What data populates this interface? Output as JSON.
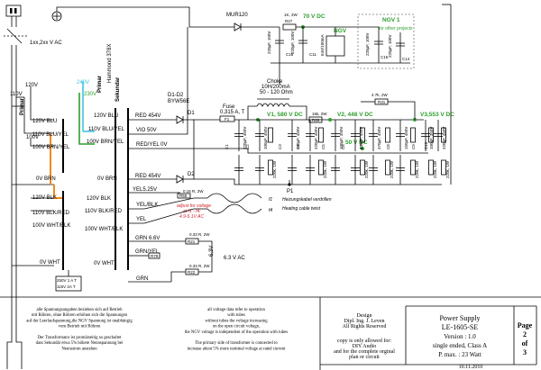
{
  "mains": {
    "label": "1xx,2xx V AC"
  },
  "primary": {
    "title": "Primar",
    "taps": [
      "120V",
      "110V",
      "100V"
    ],
    "windings": [
      "120V BLU",
      "110V BLU/YEL",
      "100V BRN/YEL",
      "0V BRN",
      "120V BLK",
      "110V BLK/RED",
      "100V WHT/BLK",
      "0V WHT"
    ]
  },
  "alt_taps": {
    "v240": "240V",
    "v230": "230V"
  },
  "transformer": {
    "name": "Hammond 378X",
    "sec_title": "Sekundar",
    "inner_windings": [
      "120V BLU",
      "110V BLU/YEL",
      "100V BRN/YEL",
      "0V BRN",
      "120V BLK",
      "110V BLK/RED",
      "100V WHT/BLK",
      "0V WHT"
    ],
    "secondaries": [
      "RED 454V",
      "VIO 50V",
      "RED/YEL 0V",
      "RED 454V",
      "YEL5.25V",
      "YEL/BLK",
      "YEL",
      "GRN 6.6V",
      "GRN/YEL",
      "GRN"
    ]
  },
  "diodes": {
    "d12": "D1-D2",
    "d12_type": "BYW56E",
    "d1": "D1",
    "d2": "D2",
    "mur": "MUR120"
  },
  "heater": {
    "r": "0.15 R, 2W",
    "r_label": "R55",
    "note1": "adjust for voltage",
    "note2": "at f1 - f4:",
    "note3": "4.9-5.1V AC",
    "f1": "f1",
    "f4": "f4",
    "twist1": "Heizungskabel verdrillen",
    "twist2": "Heating cable twist",
    "r21": "0.33 R, 2W",
    "r21_label": "R21",
    "r22": "0.33 R, 2W",
    "r22_label": "R22",
    "rtr": "R79",
    "out": "6.3 V AC",
    "out_label": "6,3V"
  },
  "top_supply": {
    "v70": "70 V DC",
    "r": "1K, 2W",
    "r_label": "R27",
    "c1": "220µF, 100V",
    "c1_label": "C18",
    "c2": "220µF, 100V",
    "c2_label": "C11",
    "c3": "64V/100mA",
    "ngv": "NGV",
    "ngv1": "NGV 1",
    "ngv1_note": "for other projects",
    "c4": "220µF, 100V",
    "c4_label": "C15",
    "c5": "220µF, 100V",
    "c5_label": "C14"
  },
  "main_supply": {
    "choke": "Choke",
    "choke2": "10H/200mA",
    "choke3": "50 - 120 Ohm",
    "fuse": "Fuse",
    "fuse2": "0,315 A, T",
    "fuse_label": "F1",
    "v1": "V1, 580 V DC",
    "v2": "V2, 448 V DC",
    "v3": "V3,553 V DC",
    "v50": "50 V DC",
    "r_top": "4.7k, 2W",
    "r_top_label": "R31",
    "r_mid": "16k, 2W",
    "r_mid_label": "R28",
    "caps": [
      "220µF, 450V",
      "100µF, 450V",
      "100µF, 450V",
      "220µF, 450V",
      "100µF, 350V",
      "470µF, 450V",
      "470µF, 450V",
      "150µF, 450V",
      "100µF, 350V",
      "220µF, 450V"
    ],
    "cap_labels": [
      "C1",
      "C2",
      "C3",
      "C4",
      "C5",
      "C6",
      "C7",
      "C8",
      "C9",
      "C10"
    ],
    "res": [
      "220k, 1W",
      "220k, 1W",
      "220k, 1W",
      "220k, 1W",
      "220k, 1W",
      "220k, 1W",
      "220k, 1W"
    ],
    "node": "P1"
  },
  "fuse_small": "250V 1 A T 115V 2A T",
  "notes": {
    "de": [
      "alle Spannungsangaben beziehen sich auf Betrieb",
      "mit Röhren, ohne Röhren erhöhen sich die Spannungen",
      "auf der Leerlaufspannung,die NGV Spannung ist unabhängig",
      "vom Betrieb mit Röhren",
      "",
      "Der Transformator ist promärseitig so geschaltet",
      "dass Sekundär etwa 5% höhere Nennspannung bei",
      "Nennstrom anstehen"
    ],
    "en": [
      "all voltage data refer to operation",
      "with tubes",
      "without tubes the voltage increasing",
      "on the open circuit voltage,",
      "the NGV voltage is independent of the operation with tubes",
      "",
      "The primary side of transformer is connected to",
      "increase about 5% more nominal voltage at rated current"
    ]
  },
  "title_block": {
    "design": "Design",
    "designer": "Dipl. Ing. J. Leven",
    "rights": "All Rights Reserved",
    "copy": [
      "copy is only allowed for:",
      "DIY Audio",
      "and for the complete orginal",
      "plan or circuit"
    ],
    "title": "Power Supply",
    "model": "LE-1605-SE",
    "version": "Version : 1.0",
    "desc": "single ended, Class A",
    "power": "P. max. : 23 Watt",
    "date": "10.11.2010",
    "page": "Page",
    "page_of": "2",
    "page_of2": "of",
    "page_total": "3"
  }
}
